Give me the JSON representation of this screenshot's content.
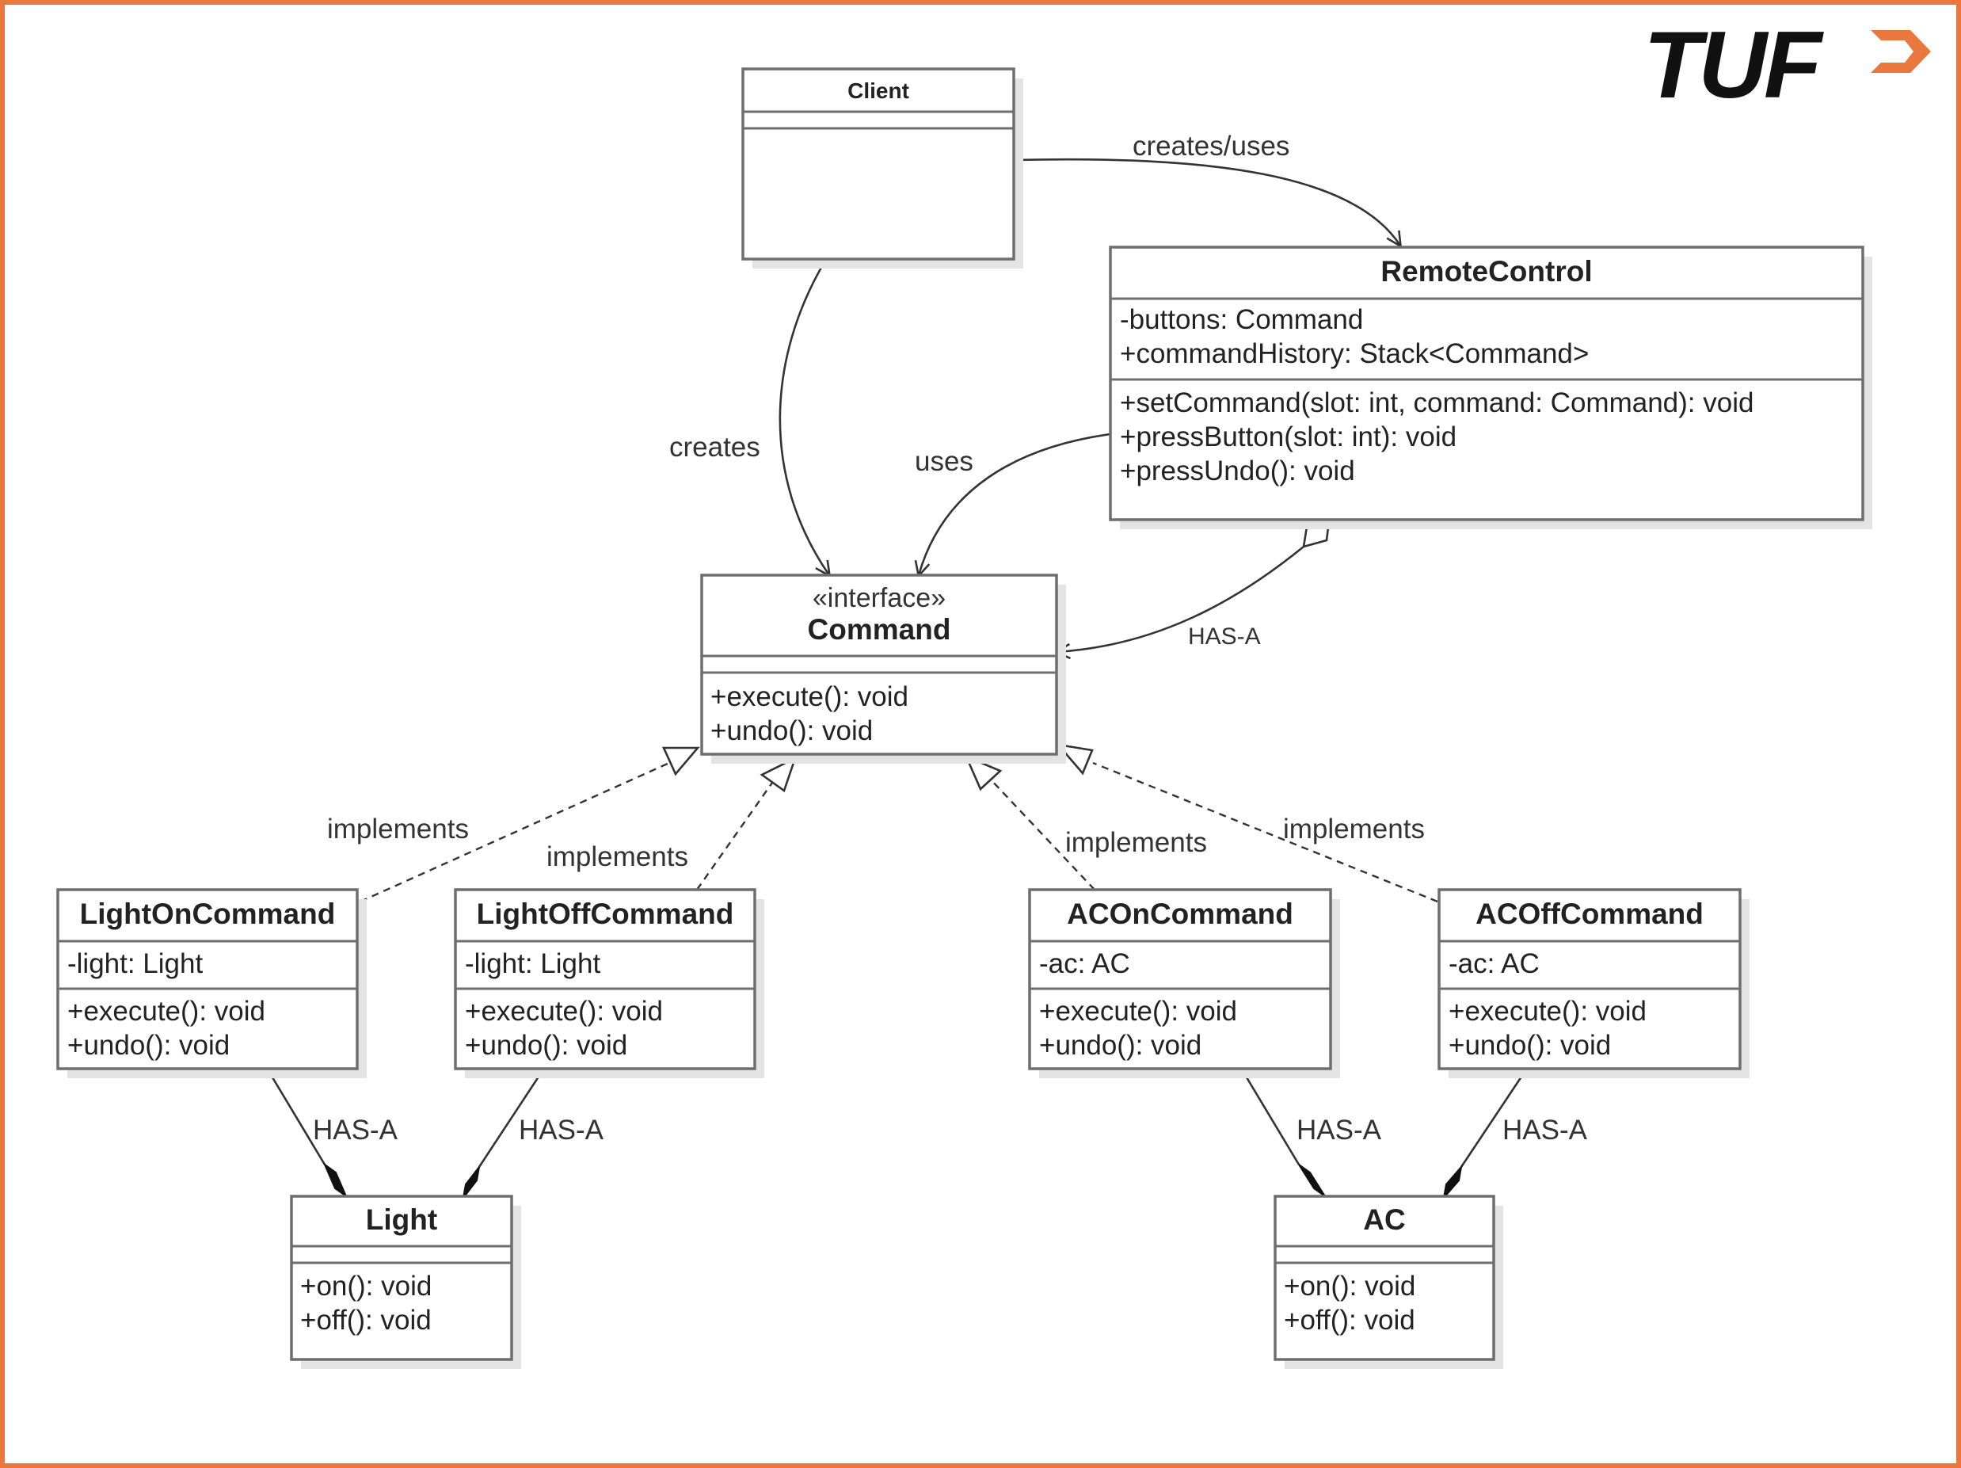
{
  "logo": {
    "text": "TUF",
    "accent": "#e9773e"
  },
  "classes": {
    "client": {
      "name": "Client"
    },
    "remote": {
      "name": "RemoteControl",
      "attributes": [
        "-buttons: Command",
        "+commandHistory: Stack<Command>"
      ],
      "methods": [
        "+setCommand(slot: int, command: Command): void",
        "+pressButton(slot: int): void",
        "+pressUndo(): void"
      ]
    },
    "command": {
      "stereotype": "«interface»",
      "name": "Command",
      "methods": [
        "+execute(): void",
        "+undo(): void"
      ]
    },
    "light_on": {
      "name": "LightOnCommand",
      "attributes": [
        "-light: Light"
      ],
      "methods": [
        "+execute(): void",
        "+undo(): void"
      ]
    },
    "light_off": {
      "name": "LightOffCommand",
      "attributes": [
        "-light: Light"
      ],
      "methods": [
        "+execute(): void",
        "+undo(): void"
      ]
    },
    "ac_on": {
      "name": "ACOnCommand",
      "attributes": [
        "-ac: AC"
      ],
      "methods": [
        "+execute(): void",
        "+undo(): void"
      ]
    },
    "ac_off": {
      "name": "ACOffCommand",
      "attributes": [
        "-ac: AC"
      ],
      "methods": [
        "+execute(): void",
        "+undo(): void"
      ]
    },
    "light": {
      "name": "Light",
      "methods": [
        "+on(): void",
        "+off(): void"
      ]
    },
    "ac": {
      "name": "AC",
      "methods": [
        "+on(): void",
        "+off(): void"
      ]
    }
  },
  "edges": {
    "creates_uses": "creates/uses",
    "creates": "creates",
    "uses": "uses",
    "has_a_remote": "HAS-A",
    "implements_light_on": "implements",
    "implements_light_off": "implements",
    "implements_ac_on": "implements",
    "implements_ac_off": "implements",
    "has_a_light_on": "HAS-A",
    "has_a_light_off": "HAS-A",
    "has_a_ac_on": "HAS-A",
    "has_a_ac_off": "HAS-A"
  }
}
